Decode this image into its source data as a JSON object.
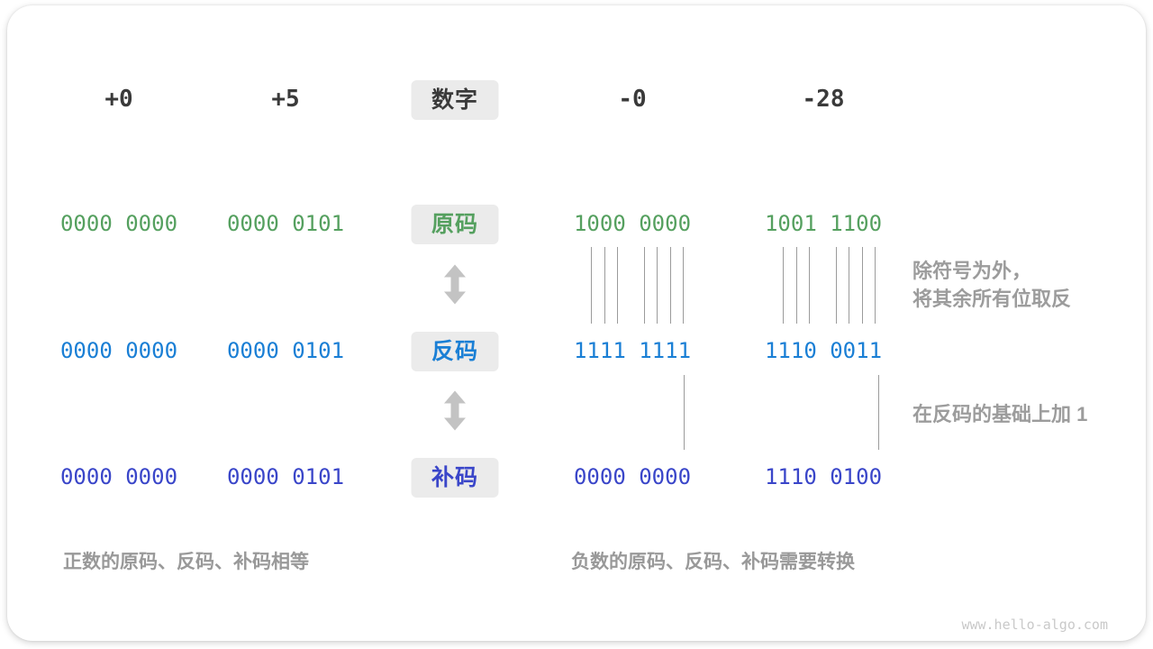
{
  "header": {
    "col_labels": [
      "+0",
      "+5",
      "-0",
      "-28"
    ],
    "center_label": "数字"
  },
  "rows": [
    {
      "label": "原码",
      "values": [
        "0000 0000",
        "0000 0101",
        "1000 0000",
        "1001 1100"
      ]
    },
    {
      "label": "反码",
      "values": [
        "0000 0000",
        "0000 0101",
        "1111 1111",
        "1110 0011"
      ]
    },
    {
      "label": "补码",
      "values": [
        "0000 0000",
        "0000 0101",
        "0000 0000",
        "1110 0100"
      ]
    }
  ],
  "annotations": {
    "flip_line1": "除符号为外，",
    "flip_line2": "将其余所有位取反",
    "add_one": "在反码的基础上加 1",
    "positive_summary": "正数的原码、反码、补码相等",
    "negative_summary": "负数的原码、反码、补码需要转换"
  },
  "icons": {
    "updown_arrow": "updown-arrow-icon"
  },
  "colors": {
    "sign_magnitude_green": "#55a05f",
    "ones_complement_blue": "#1a7fd5",
    "twos_complement_indigo": "#3a46c9",
    "tag_background": "#ebebeb",
    "dark_text": "#3a3a3a",
    "annotation_gray": "#9c9c9c"
  },
  "watermark": "www.hello-algo.com"
}
